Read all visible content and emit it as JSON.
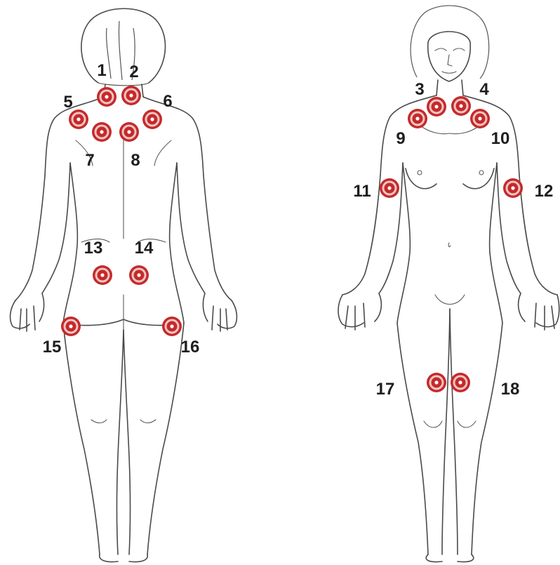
{
  "figures": [
    {
      "view": "back",
      "name": "back-view-figure"
    },
    {
      "view": "front",
      "name": "front-view-figure"
    }
  ],
  "marker_colors": {
    "ring": "#c42a2a",
    "halo": "#f4c4c4",
    "core": "#c42a2a",
    "dot": "#ffffff"
  },
  "tender_points": [
    {
      "id": "1",
      "label": "1",
      "view": "back"
    },
    {
      "id": "2",
      "label": "2",
      "view": "back"
    },
    {
      "id": "3",
      "label": "3",
      "view": "front"
    },
    {
      "id": "4",
      "label": "4",
      "view": "front"
    },
    {
      "id": "5",
      "label": "5",
      "view": "back"
    },
    {
      "id": "6",
      "label": "6",
      "view": "back"
    },
    {
      "id": "7",
      "label": "7",
      "view": "back"
    },
    {
      "id": "8",
      "label": "8",
      "view": "back"
    },
    {
      "id": "9",
      "label": "9",
      "view": "front"
    },
    {
      "id": "10",
      "label": "10",
      "view": "front"
    },
    {
      "id": "11",
      "label": "11",
      "view": "front"
    },
    {
      "id": "12",
      "label": "12",
      "view": "front"
    },
    {
      "id": "13",
      "label": "13",
      "view": "back"
    },
    {
      "id": "14",
      "label": "14",
      "view": "back"
    },
    {
      "id": "15",
      "label": "15",
      "view": "back"
    },
    {
      "id": "16",
      "label": "16",
      "view": "back"
    },
    {
      "id": "17",
      "label": "17",
      "view": "front"
    },
    {
      "id": "18",
      "label": "18",
      "view": "front"
    }
  ]
}
